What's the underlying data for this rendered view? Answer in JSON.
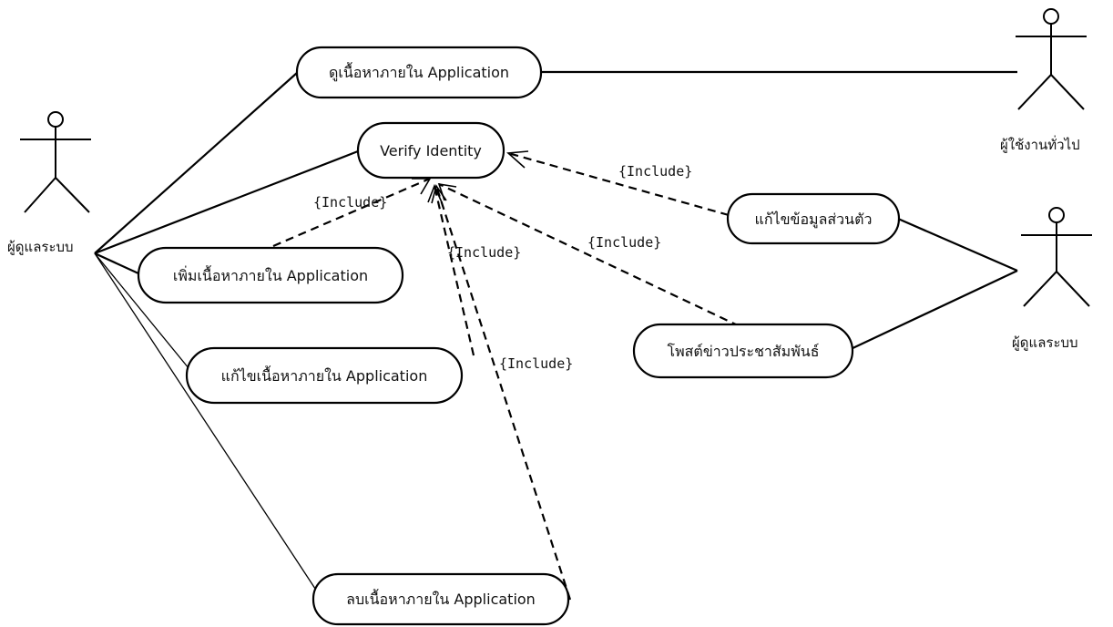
{
  "actors": {
    "admin_left": "ผู้ดูแลระบบ",
    "general_user": "ผู้ใช้งานทั่วไป",
    "admin_right": "ผู้ดูแลระบบ"
  },
  "use_cases": {
    "view_content": "ดูเนื้อหาภายใน Application",
    "verify_identity": "Verify Identity",
    "add_content": "เพิ่มเนื้อหาภายใน Application",
    "edit_content": "แก้ไขเนื้อหาภายใน Application",
    "delete_content": "ลบเนื้อหาภายใน Application",
    "edit_profile": "แก้ไขข้อมูลส่วนตัว",
    "post_news": "โพสต์ข่าวประชาสัมพันธ์"
  },
  "relations": {
    "include_label": "{Include}"
  }
}
